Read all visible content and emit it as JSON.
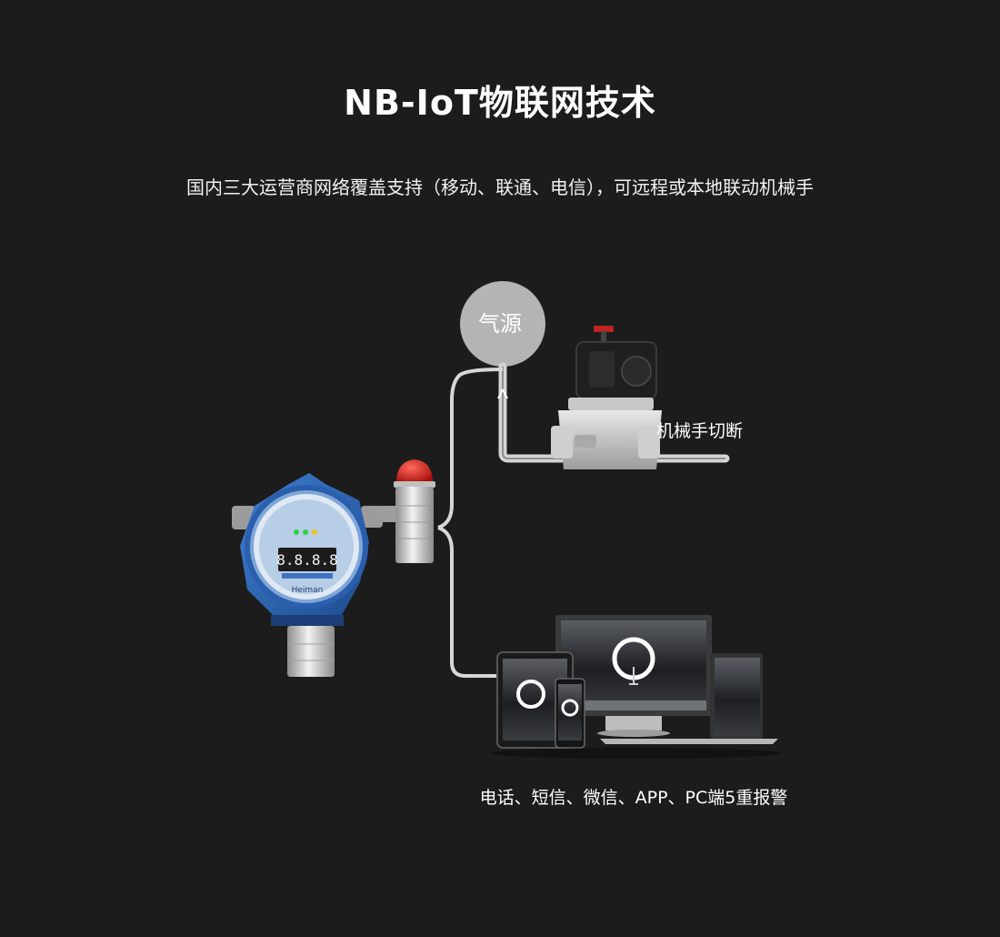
{
  "header": {
    "title": "NB-IoT物联网技术",
    "subtitle": "国内三大运营商网络覆盖支持（移动、联通、电信），可远程或本地联动机械手"
  },
  "diagram": {
    "gas_source_label": "气源",
    "valve_label": "机械手切断",
    "alarm_label": "电话、短信、微信、APP、PC端5重报警",
    "detector_brand": "Heiman",
    "detector_display": "8.8.8.8"
  },
  "colors": {
    "background": "#1c1c1c",
    "gas_circle": "#b4b4b4",
    "pipe": "#cfcfcf",
    "detector_blue": "#2b63b5",
    "alarm_red": "#d8211c"
  }
}
